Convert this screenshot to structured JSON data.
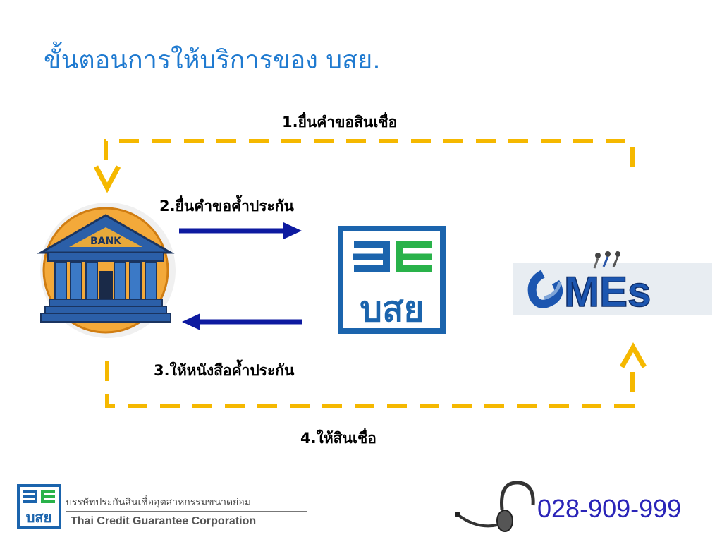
{
  "title": "ขั้นตอนการให้บริการของ บสย.",
  "steps": {
    "step1": "1.ยื่นคำขอสินเชื่อ",
    "step2": "2.ยื่นคำขอค้ำประกัน",
    "step3": "3.ให้หนังสือค้ำประกัน",
    "step4": "4.ให้สินเชื่อ"
  },
  "nodes": {
    "bank_label": "BANK",
    "tcg_logo_text": "บสย",
    "smes_text": "MEs"
  },
  "footer": {
    "org_thai": "บรรษัทประกันสินเชื่ออุตสาหกรรมขนาดย่อม",
    "org_english": "Thai Credit Guarantee Corporation",
    "logo_text": "บสย",
    "phone": "028-909-999"
  },
  "colors": {
    "title": "#1f7ad0",
    "dashed_flow": "#f5b800",
    "arrow": "#0d1aa0",
    "logo_blue": "#1b64ad",
    "logo_green": "#29b24a",
    "phone": "#2a24b8"
  },
  "icons": [
    "bank-icon",
    "tcg-logo",
    "smes-logo",
    "headset-icon"
  ]
}
